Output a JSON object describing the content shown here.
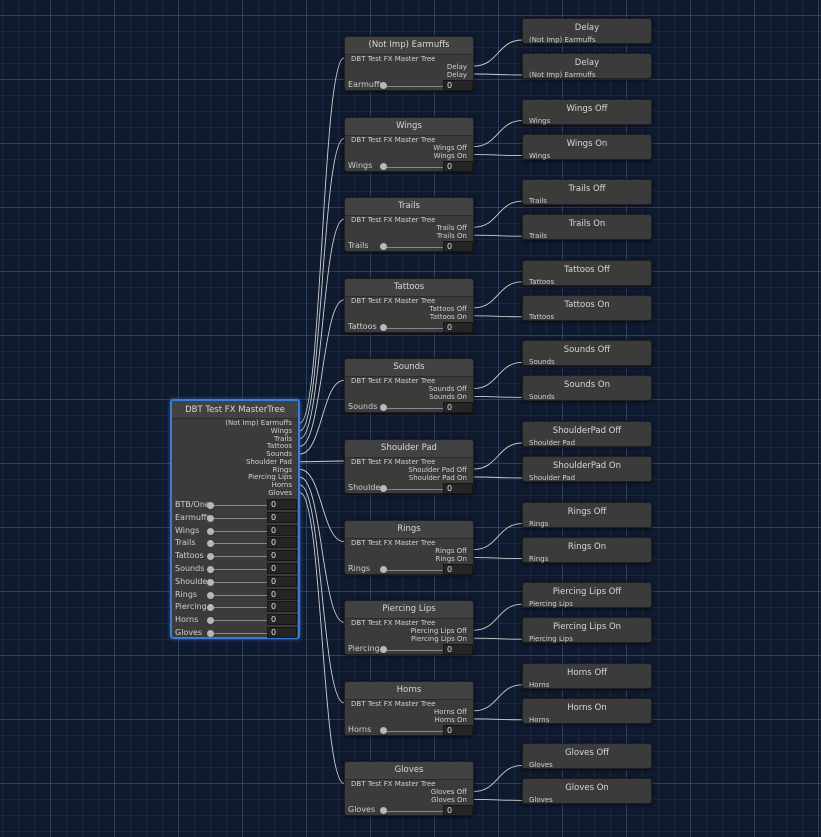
{
  "master": {
    "title": "DBT Test FX MasterTree",
    "outputs": [
      "(Not Imp) Earmuffs",
      "Wings",
      "Trails",
      "Tattoos",
      "Sounds",
      "Shoulder Pad",
      "Rings",
      "Piercing Lips",
      "Horns",
      "Gloves"
    ],
    "params": [
      {
        "label": "BTB/One",
        "value": "0"
      },
      {
        "label": "Earmuffs",
        "value": "0"
      },
      {
        "label": "Wings",
        "value": "0"
      },
      {
        "label": "Trails",
        "value": "0"
      },
      {
        "label": "Tattoos",
        "value": "0"
      },
      {
        "label": "Sounds",
        "value": "0"
      },
      {
        "label": "Shoulder Pad",
        "value": "0"
      },
      {
        "label": "Rings",
        "value": "0"
      },
      {
        "label": "Piercing Lips",
        "value": "0"
      },
      {
        "label": "Horns",
        "value": "0"
      },
      {
        "label": "Gloves",
        "value": "0"
      }
    ]
  },
  "groups": [
    {
      "title": "(Not Imp) Earmuffs",
      "input": "DBT Test FX Master Tree",
      "out_a": "Delay",
      "out_b": "Delay",
      "param": "Earmuffs",
      "value": "0",
      "leaf_a": "Delay",
      "leaf_b": "Delay",
      "leaf_in": "(Not Imp) Earmuffs"
    },
    {
      "title": "Wings",
      "input": "DBT Test FX Master Tree",
      "out_a": "Wings Off",
      "out_b": "Wings On",
      "param": "Wings",
      "value": "0",
      "leaf_a": "Wings Off",
      "leaf_b": "Wings On",
      "leaf_in": "Wings"
    },
    {
      "title": "Trails",
      "input": "DBT Test FX Master Tree",
      "out_a": "Trails Off",
      "out_b": "Trails On",
      "param": "Trails",
      "value": "0",
      "leaf_a": "Trails Off",
      "leaf_b": "Trails On",
      "leaf_in": "Trails"
    },
    {
      "title": "Tattoos",
      "input": "DBT Test FX Master Tree",
      "out_a": "Tattoos Off",
      "out_b": "Tattoos On",
      "param": "Tattoos",
      "value": "0",
      "leaf_a": "Tattoos Off",
      "leaf_b": "Tattoos On",
      "leaf_in": "Tattoos"
    },
    {
      "title": "Sounds",
      "input": "DBT Test FX Master Tree",
      "out_a": "Sounds Off",
      "out_b": "Sounds On",
      "param": "Sounds",
      "value": "0",
      "leaf_a": "Sounds Off",
      "leaf_b": "Sounds On",
      "leaf_in": "Sounds"
    },
    {
      "title": "Shoulder Pad",
      "input": "DBT Test FX Master Tree",
      "out_a": "Shoulder Pad Off",
      "out_b": "Shoulder Pad On",
      "param": "Shoulder Pad",
      "value": "0",
      "leaf_a": "ShoulderPad Off",
      "leaf_b": "ShoulderPad On",
      "leaf_in": "Shoulder Pad"
    },
    {
      "title": "Rings",
      "input": "DBT Test FX Master Tree",
      "out_a": "Rings Off",
      "out_b": "Rings On",
      "param": "Rings",
      "value": "0",
      "leaf_a": "Rings Off",
      "leaf_b": "Rings On",
      "leaf_in": "Rings"
    },
    {
      "title": "Piercing Lips",
      "input": "DBT Test FX Master Tree",
      "out_a": "Piercing Lips Off",
      "out_b": "Piercing Lips On",
      "param": "Piercing Lips",
      "value": "0",
      "leaf_a": "Piercing Lips Off",
      "leaf_b": "Piercing Lips On",
      "leaf_in": "Piercing Lips"
    },
    {
      "title": "Horns",
      "input": "DBT Test FX Master Tree",
      "out_a": "Horns Off",
      "out_b": "Horns On",
      "param": "Horns",
      "value": "0",
      "leaf_a": "Horns Off",
      "leaf_b": "Horns On",
      "leaf_in": "Horns"
    },
    {
      "title": "Gloves",
      "input": "DBT Test FX Master Tree",
      "out_a": "Gloves Off",
      "out_b": "Gloves On",
      "param": "Gloves",
      "value": "0",
      "leaf_a": "Gloves Off",
      "leaf_b": "Gloves On",
      "leaf_in": "Gloves"
    }
  ]
}
